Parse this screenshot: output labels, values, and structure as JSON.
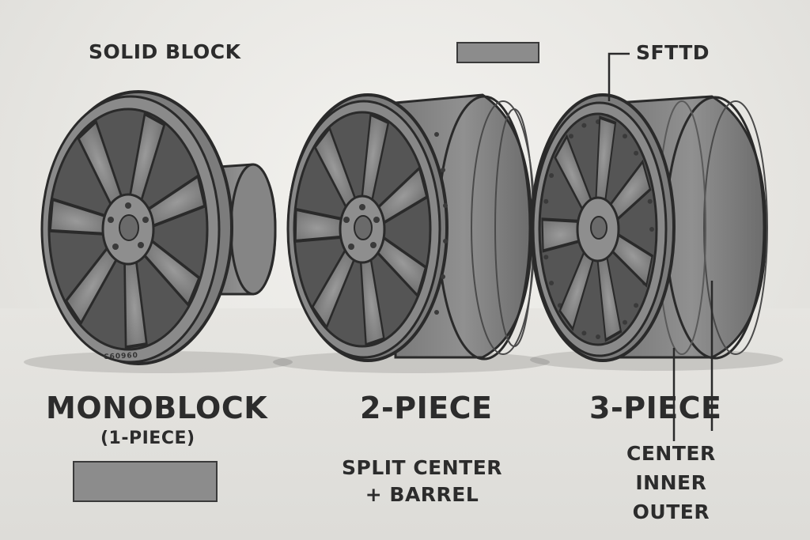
{
  "labels": {
    "solid_block": "SOLID BLOCK",
    "sfttd": "SFTTD",
    "monoblock": "MONOBLOCK",
    "one_piece": "(1-PIECE)",
    "two_piece": "2-PIECE",
    "split_line1": "SPLIT CENTER",
    "split_line2": "+ BARREL",
    "three_piece": "3-PIECE",
    "parts_line1": "CENTER",
    "parts_line2": "INNER",
    "parts_line3": "OUTER",
    "rim_stamp": "C60960"
  },
  "colors": {
    "wheel_face": "#8a8a8a",
    "wheel_dark": "#4a4a4a",
    "outline": "#2a2a2a",
    "swatch": "#8c8c8c"
  }
}
